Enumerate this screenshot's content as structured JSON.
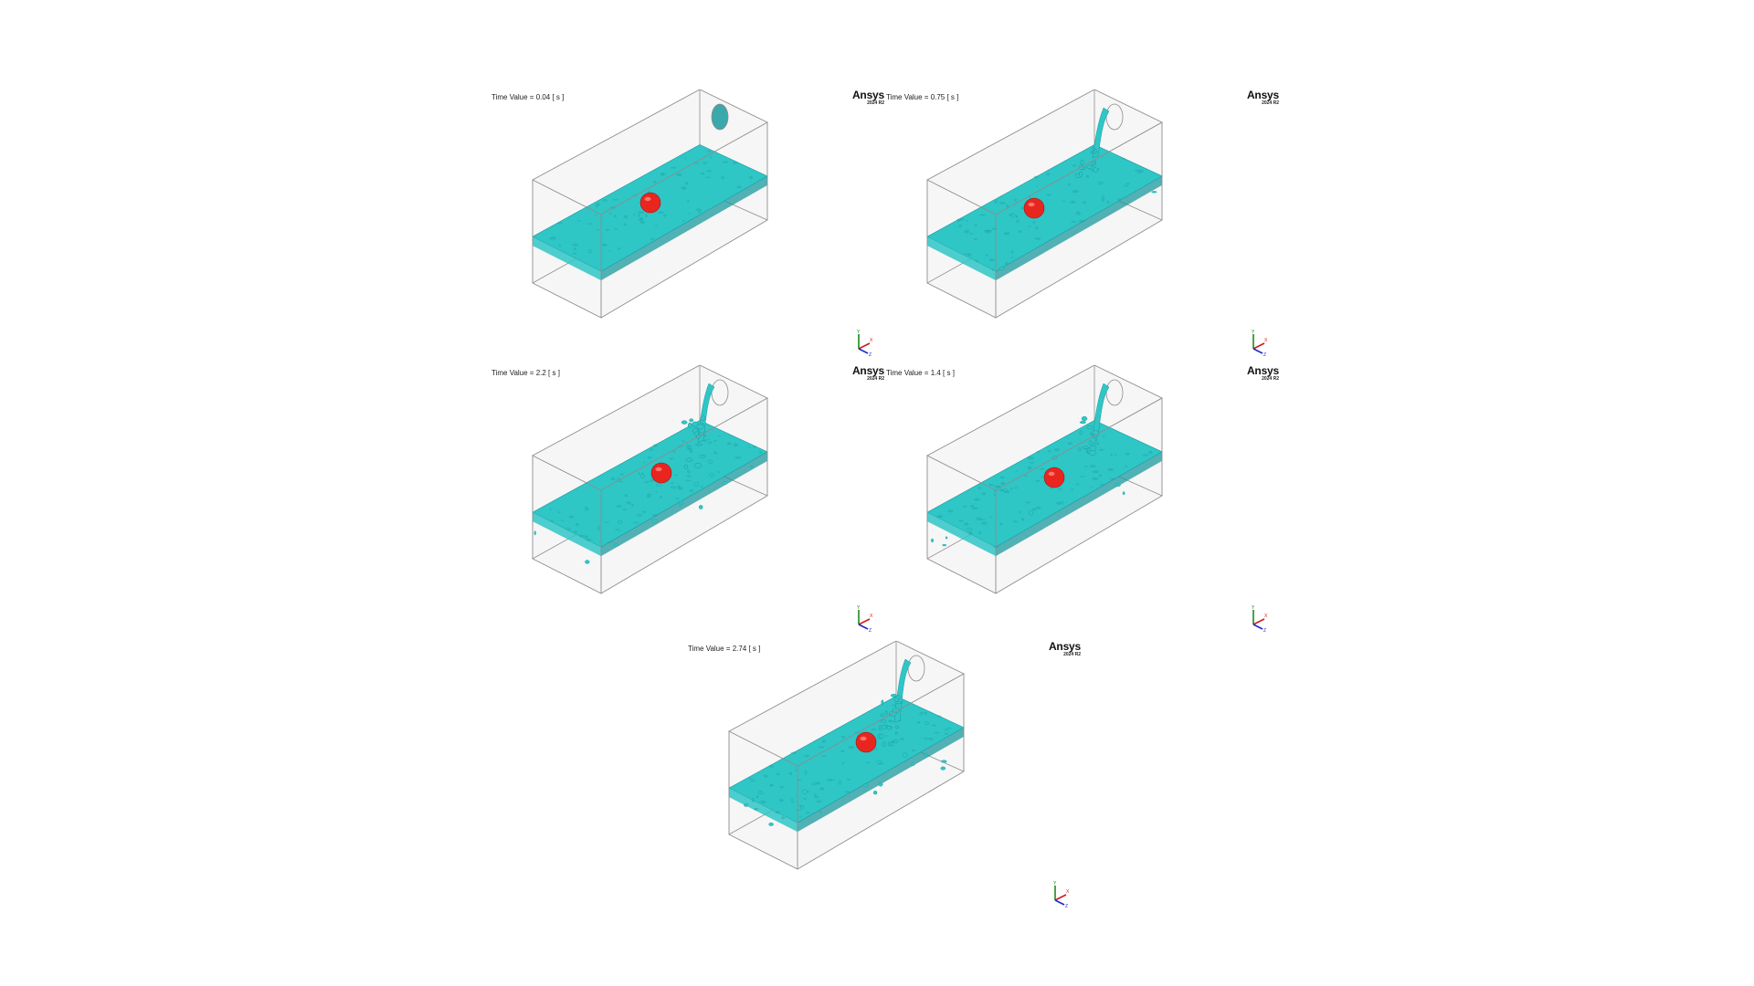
{
  "panels": [
    {
      "time_label": "Time Value = 0.04 [ s ]",
      "logo_name": "Ansys",
      "logo_version": "2024 R2",
      "stage": 0
    },
    {
      "time_label": "Time Value = 0.75 [ s ]",
      "logo_name": "Ansys",
      "logo_version": "2024 R2",
      "stage": 1
    },
    {
      "time_label": "Time Value = 2.2 [ s ]",
      "logo_name": "Ansys",
      "logo_version": "2024 R2",
      "stage": 3
    },
    {
      "time_label": "Time Value = 1.4 [ s ]",
      "logo_name": "Ansys",
      "logo_version": "2024 R2",
      "stage": 2
    },
    {
      "time_label": "Time Value = 2.74 [ s ]",
      "logo_name": "Ansys",
      "logo_version": "2024 R2",
      "stage": 4
    }
  ],
  "triad": {
    "y": "Y",
    "x": "X",
    "z": "Z"
  },
  "colors": {
    "water": "#2fc6c6",
    "water_dark": "#1a9a9e",
    "ball": "#e8261f",
    "ball_highlight": "#ff8a80",
    "box_edge": "#8d8d8d",
    "box_face": "#eeeeee",
    "axis_y": "#1a8a1a",
    "axis_x": "#d01a1a",
    "axis_z": "#1a2ad0"
  }
}
